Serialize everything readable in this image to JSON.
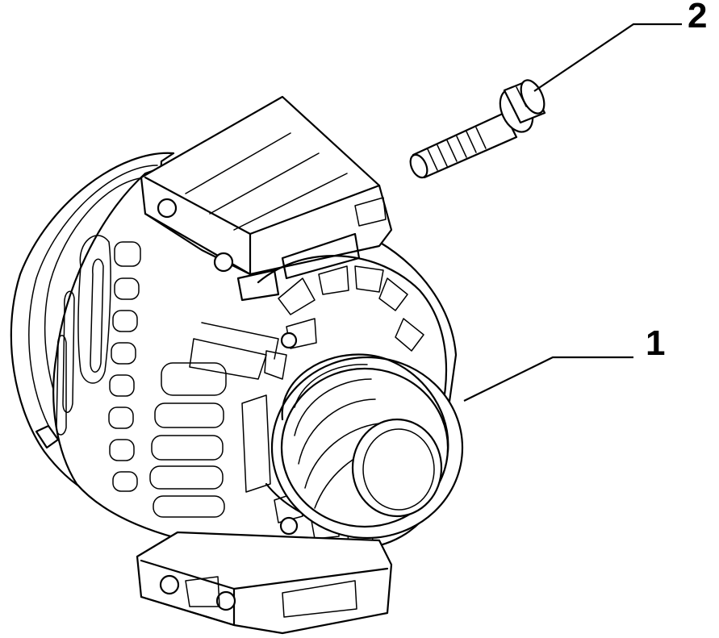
{
  "callouts": [
    {
      "id": "1",
      "label": "1"
    },
    {
      "id": "2",
      "label": "2"
    }
  ],
  "parts": {
    "alternator": "alternator",
    "bolt": "bolt"
  },
  "colors": {
    "line": "#000000",
    "background": "#ffffff"
  }
}
